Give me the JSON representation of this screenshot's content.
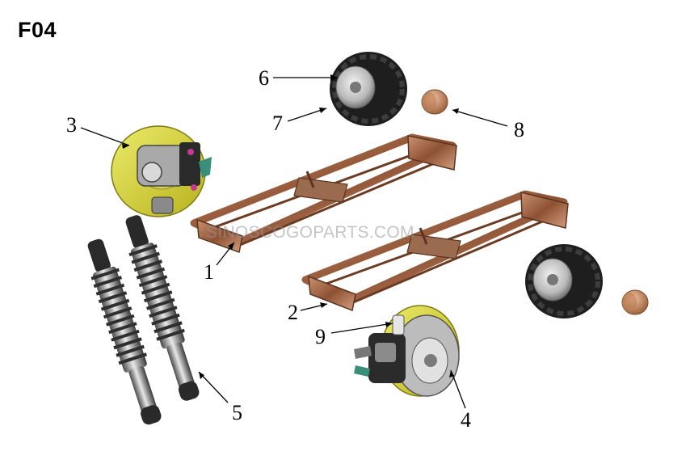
{
  "page_label": "F04",
  "watermark": "SINOSCOGOPARTS.COM",
  "callouts": [
    "1",
    "2",
    "3",
    "4",
    "5",
    "6",
    "7",
    "8",
    "9"
  ],
  "colors": {
    "frame_copper": "#a86a45",
    "frame_dark": "#5a3420",
    "brake_disc": "#d8d43a",
    "caliper_grey": "#9a9a9a",
    "tire_dark": "#1e1e1e",
    "rim_silver": "#c9c9c9",
    "nut_copper": "#c98a5e",
    "shock_chrome": "#b5b5b5",
    "leader_line": "#000000"
  },
  "parts": [
    "rear-swing-frame-left",
    "rear-swing-frame-right",
    "front-brake-assembly",
    "rear-brake-assembly",
    "shock-absorber-pair",
    "wheel-tire",
    "wheel-rim",
    "axle-nut",
    "brake-caliper"
  ]
}
